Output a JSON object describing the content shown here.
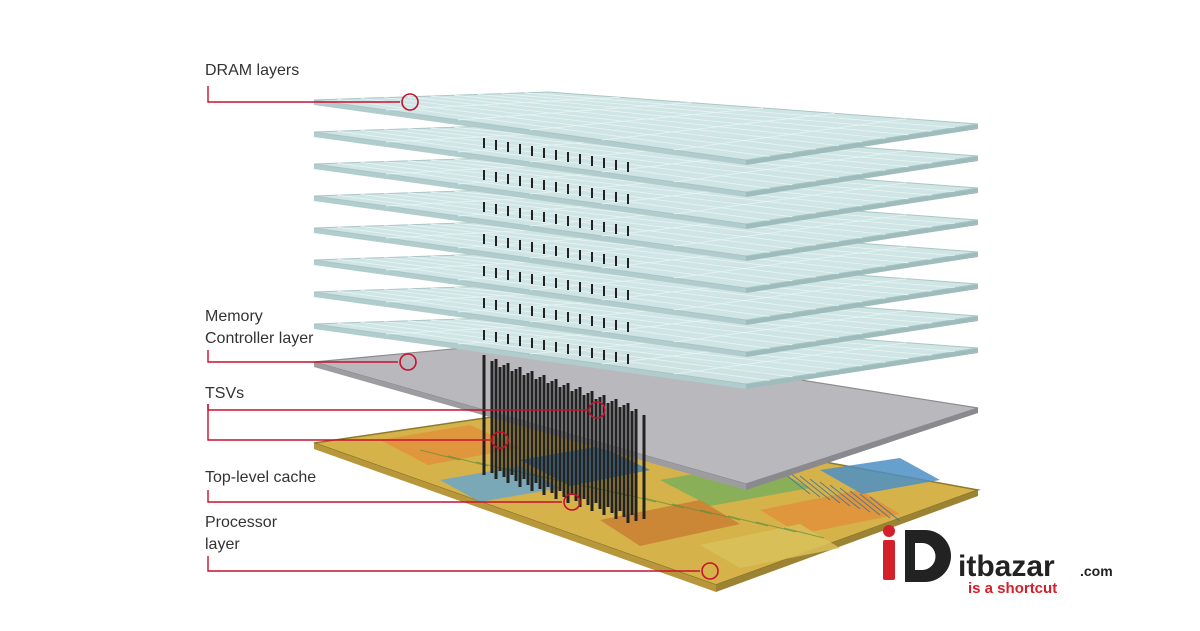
{
  "labels": {
    "dram": "DRAM layers",
    "memory_controller_line1": "Memory",
    "memory_controller_line2": "Controller layer",
    "tsvs": "TSVs",
    "top_level_cache": "Top-level cache",
    "processor_line1": "Processor",
    "processor_line2": "layer"
  },
  "watermark": {
    "brand": "itbazar",
    "tld": ".com",
    "tagline": "is a shortcut"
  },
  "colors": {
    "callout": "#c8102e",
    "label_text": "#333333",
    "dram_fill": "#cfe4e4",
    "dram_edge": "#9fbcbc",
    "controller_fill": "#b9b9bd",
    "processor_fill": "#d6b24a",
    "tsv": "#222222",
    "brand_red": "#d4202a",
    "brand_dark": "#222222"
  }
}
